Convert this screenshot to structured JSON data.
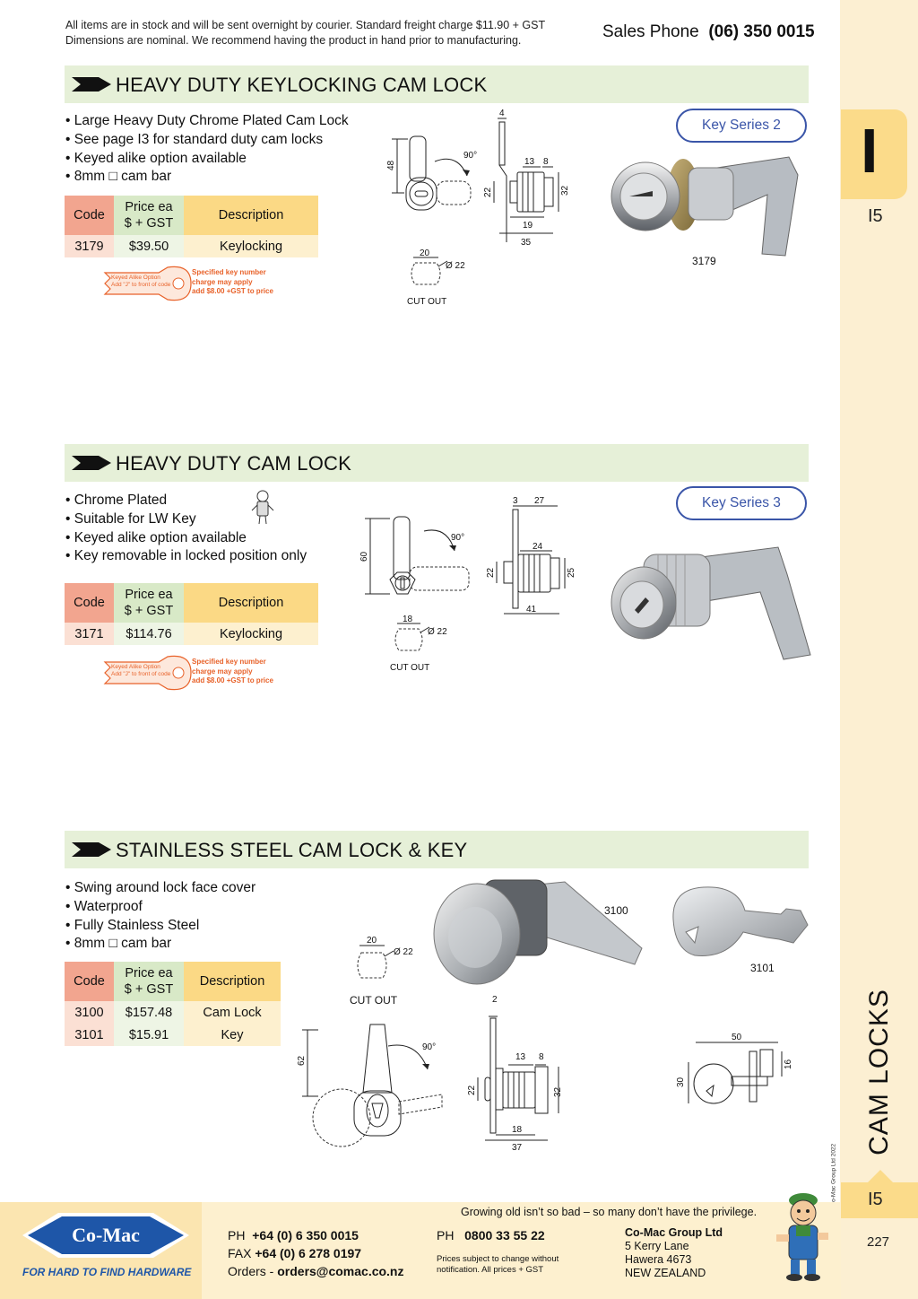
{
  "header": {
    "notice_line1": "All items are in stock and will be sent overnight by courier. Standard freight charge $11.90 + GST",
    "notice_line2": "Dimensions are nominal. We recommend having the product in hand prior to manufacturing.",
    "sales_label": "Sales Phone",
    "sales_number": "(06) 350 0015"
  },
  "tab": {
    "letter": "I",
    "page_code": "I5",
    "side_title": "CAM LOCKS",
    "copyright": "© Co-Mac Group Ltd 2022",
    "page_number": "227"
  },
  "sections": [
    {
      "title": "HEAVY DUTY KEYLOCKING CAM LOCK",
      "bullets": [
        "Large Heavy Duty Chrome Plated Cam Lock",
        "See page I3 for standard duty cam locks",
        "Keyed alike option available",
        "8mm □ cam bar"
      ],
      "table": {
        "headers": {
          "code": "Code",
          "price_line1": "Price ea",
          "price_line2": "$ + GST",
          "desc": "Description"
        },
        "rows": [
          {
            "code": "3179",
            "price": "$39.50",
            "desc": "Keylocking"
          }
        ]
      },
      "key_series": "Key Series 2",
      "image_label": "3179",
      "cutout_label": "CUT OUT",
      "keyed_alike_line1": "Keyed Alike Option",
      "keyed_alike_line2": "Add \"J\" to front of code",
      "key_charge_line1": "Specified key number",
      "key_charge_line2": "charge may apply",
      "key_charge_line3": "add $8.00 +GST to price",
      "dims": {
        "d1": "48",
        "d2": "90°",
        "d3": "4",
        "d4": "13",
        "d5": "8",
        "d6": "22",
        "d7": "32",
        "d8": "19",
        "d9": "35",
        "d10": "20",
        "d11": "Ø 22"
      }
    },
    {
      "title": "HEAVY DUTY CAM LOCK",
      "bullets": [
        "Chrome Plated",
        "Suitable for LW Key",
        "Keyed alike option available",
        "Key removable in locked position only"
      ],
      "table": {
        "headers": {
          "code": "Code",
          "price_line1": "Price ea",
          "price_line2": "$ + GST",
          "desc": "Description"
        },
        "rows": [
          {
            "code": "3171",
            "price": "$114.76",
            "desc": "Keylocking"
          }
        ]
      },
      "key_series": "Key Series 3",
      "cutout_label": "CUT OUT",
      "keyed_alike_line1": "Keyed Alike Option",
      "keyed_alike_line2": "Add \"J\" to front of code",
      "key_charge_line1": "Specified key number",
      "key_charge_line2": "charge may apply",
      "key_charge_line3": "add $8.00 +GST to price",
      "dims": {
        "d1": "60",
        "d2": "90°",
        "d3": "3",
        "d4": "27",
        "d5": "24",
        "d6": "22",
        "d7": "25",
        "d8": "41",
        "d9": "18",
        "d10": "Ø 22"
      }
    },
    {
      "title": "STAINLESS STEEL CAM LOCK & KEY",
      "bullets": [
        "Swing around lock face cover",
        "Waterproof",
        "Fully Stainless Steel",
        "8mm □ cam bar"
      ],
      "table": {
        "headers": {
          "code": "Code",
          "price_line1": "Price ea",
          "price_line2": "$ + GST",
          "desc": "Description"
        },
        "rows": [
          {
            "code": "3100",
            "price": "$157.48",
            "desc": "Cam Lock"
          },
          {
            "code": "3101",
            "price": "$15.91",
            "desc": "Key"
          }
        ]
      },
      "image_label_lock": "3100",
      "image_label_key": "3101",
      "cutout_label": "CUT OUT",
      "dims": {
        "d1": "20",
        "d2": "Ø 22",
        "d3": "62",
        "d4": "90°",
        "d5": "2",
        "d6": "13",
        "d7": "8",
        "d8": "22",
        "d9": "32",
        "d10": "18",
        "d11": "37",
        "d12": "50",
        "d13": "30",
        "d14": "16"
      }
    }
  ],
  "footer": {
    "brand": "Co-Mac",
    "tagline": "FOR HARD TO FIND HARDWARE",
    "quote": "Growing old isn’t so bad – so many don’t have the privilege.",
    "ph_label": "PH",
    "ph": "+64 (0) 6 350 0015",
    "fax_label": "FAX",
    "fax": "+64 (0) 6 278 0197",
    "orders_label": "Orders -",
    "orders": "orders@comac.co.nz",
    "ph2_label": "PH",
    "ph2": "0800 33 55 22",
    "note_line1": "Prices subject to change without",
    "note_line2": "notification. All prices + GST",
    "company": "Co-Mac Group Ltd",
    "addr1": "5 Kerry Lane",
    "addr2": "Hawera 4673",
    "addr3": "NEW ZEALAND"
  },
  "colors": {
    "bar_green": "#e6f0d8",
    "code_header": "#f2a58f",
    "price_header": "#d8e9c7",
    "desc_header": "#fbd985",
    "tab_yellow": "#fbdb8a",
    "key_series_blue": "#3a55a8",
    "brand_blue": "#1e56a8",
    "keyed_orange": "#e8622a"
  }
}
